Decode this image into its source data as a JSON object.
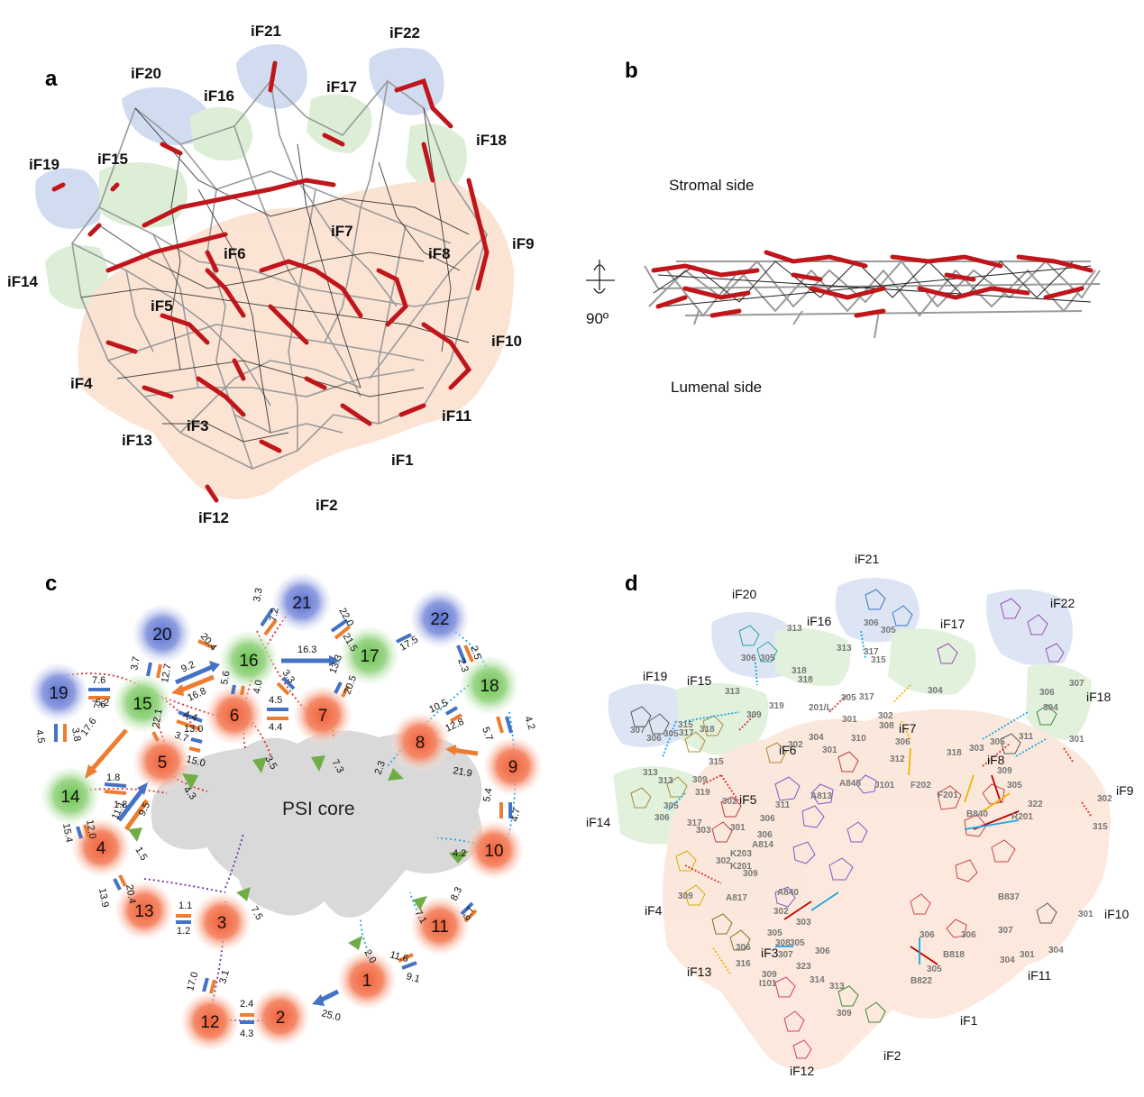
{
  "panels": {
    "a": {
      "letter": "a"
    },
    "b": {
      "letter": "b",
      "top_label": "Stromal side",
      "bottom_label": "Lumenal side",
      "rotation": "90º"
    },
    "c": {
      "letter": "c",
      "core_label": "PSI core"
    },
    "d": {
      "letter": "d"
    }
  },
  "panel_a_labels": [
    "iF21",
    "iF22",
    "iF20",
    "iF16",
    "iF17",
    "iF18",
    "iF19",
    "iF15",
    "iF7",
    "iF9",
    "iF14",
    "iF6",
    "iF8",
    "iF5",
    "iF10",
    "iF4",
    "iF11",
    "iF13",
    "iF3",
    "iF1",
    "iF2",
    "iF12"
  ],
  "panel_d_labels": [
    "iF21",
    "iF20",
    "iF16",
    "iF17",
    "iF22",
    "iF19",
    "iF15",
    "iF18",
    "iF7",
    "iF6",
    "iF8",
    "iF5",
    "iF9",
    "iF14",
    "iF10",
    "iF4",
    "iF3",
    "iF13",
    "iF11",
    "iF1",
    "iF12",
    "iF2"
  ],
  "panel_d_residues": [
    "313",
    "306",
    "305",
    "318",
    "306",
    "305",
    "313",
    "317",
    "315",
    "313",
    "309",
    "319",
    "318",
    "201/L",
    "305",
    "317",
    "301",
    "302",
    "308",
    "310",
    "306",
    "312",
    "315",
    "313",
    "307",
    "306",
    "305",
    "318",
    "317",
    "315",
    "313",
    "309",
    "302",
    "304",
    "301",
    "311",
    "306",
    "A813",
    "A845",
    "J101",
    "F202",
    "F201",
    "318",
    "303",
    "305",
    "311",
    "309",
    "304",
    "301",
    "322",
    "305",
    "B840",
    "R201",
    "319",
    "305",
    "302",
    "306",
    "317",
    "303",
    "301",
    "306",
    "A814",
    "K201",
    "K203",
    "302",
    "309",
    "309",
    "A817",
    "A840",
    "302",
    "303",
    "305",
    "308",
    "306",
    "307",
    "305",
    "306",
    "316",
    "323",
    "314",
    "313",
    "309",
    "I101",
    "309",
    "306",
    "305",
    "B818",
    "B822",
    "B837",
    "307",
    "306",
    "301",
    "304",
    "304",
    "301",
    "315",
    "302",
    "307",
    "306",
    "304"
  ],
  "colors": {
    "red_stem": "#c0161b",
    "blue_patch": "#c5d3ee",
    "green_patch": "#d4ead0",
    "orange_patch": "#fbdcc9",
    "node_red": "#f26f4c",
    "node_green": "#7ccb62",
    "node_blue": "#6e7fd6",
    "arrow_blue": "#4472c4",
    "arrow_orange": "#ed7d31",
    "arrow_green": "#70ad47",
    "core_gray": "#d9d9d9"
  },
  "panel_c_nodes": [
    {
      "id": "21",
      "color": "blue"
    },
    {
      "id": "20",
      "color": "blue"
    },
    {
      "id": "22",
      "color": "blue"
    },
    {
      "id": "19",
      "color": "blue"
    },
    {
      "id": "16",
      "color": "green"
    },
    {
      "id": "17",
      "color": "green"
    },
    {
      "id": "15",
      "color": "green"
    },
    {
      "id": "18",
      "color": "green"
    },
    {
      "id": "14",
      "color": "green"
    },
    {
      "id": "6",
      "color": "red"
    },
    {
      "id": "7",
      "color": "red"
    },
    {
      "id": "8",
      "color": "red"
    },
    {
      "id": "9",
      "color": "red"
    },
    {
      "id": "5",
      "color": "red"
    },
    {
      "id": "4",
      "color": "red"
    },
    {
      "id": "10",
      "color": "red"
    },
    {
      "id": "13",
      "color": "red"
    },
    {
      "id": "3",
      "color": "red"
    },
    {
      "id": "11",
      "color": "red"
    },
    {
      "id": "1",
      "color": "red"
    },
    {
      "id": "12",
      "color": "red"
    },
    {
      "id": "2",
      "color": "red"
    }
  ],
  "panel_c_rates": [
    {
      "value": "3.3"
    },
    {
      "value": "7.2"
    },
    {
      "value": "22.0"
    },
    {
      "value": "21.5"
    },
    {
      "value": "20.4"
    },
    {
      "value": "16.3"
    },
    {
      "value": "17.5"
    },
    {
      "value": "9.2"
    },
    {
      "value": "16.8"
    },
    {
      "value": "3.7"
    },
    {
      "value": "12.7"
    },
    {
      "value": "7.6"
    },
    {
      "value": "3.3"
    },
    {
      "value": "13.3"
    },
    {
      "value": "20.5"
    },
    {
      "value": "2.5"
    },
    {
      "value": "2.3"
    },
    {
      "value": "7.6"
    },
    {
      "value": "5.2"
    },
    {
      "value": "5.6"
    },
    {
      "value": "4.0"
    },
    {
      "value": "4.5"
    },
    {
      "value": "4.4"
    },
    {
      "value": "4.4"
    },
    {
      "value": "3.7"
    },
    {
      "value": "22.1"
    },
    {
      "value": "13.0"
    },
    {
      "value": "15.0"
    },
    {
      "value": "10.5"
    },
    {
      "value": "12.8"
    },
    {
      "value": "4.2"
    },
    {
      "value": "5.7"
    },
    {
      "value": "4.5"
    },
    {
      "value": "3.8"
    },
    {
      "value": "17.6"
    },
    {
      "value": "3.5"
    },
    {
      "value": "7.3"
    },
    {
      "value": "2.3"
    },
    {
      "value": "21.9"
    },
    {
      "value": "1.8"
    },
    {
      "value": "1.8"
    },
    {
      "value": "11.1"
    },
    {
      "value": "9.5"
    },
    {
      "value": "4.3"
    },
    {
      "value": "12.0"
    },
    {
      "value": "15.4"
    },
    {
      "value": "5.4"
    },
    {
      "value": "4.7"
    },
    {
      "value": "1.5"
    },
    {
      "value": "4.2"
    },
    {
      "value": "20.4"
    },
    {
      "value": "13.9"
    },
    {
      "value": "8.3"
    },
    {
      "value": "6.7"
    },
    {
      "value": "1.1"
    },
    {
      "value": "1.2"
    },
    {
      "value": "7.5"
    },
    {
      "value": "7.1"
    },
    {
      "value": "2.0"
    },
    {
      "value": "11.6"
    },
    {
      "value": "9.1"
    },
    {
      "value": "17.0"
    },
    {
      "value": "3.1"
    },
    {
      "value": "2.4"
    },
    {
      "value": "4.3"
    },
    {
      "value": "25.0"
    }
  ]
}
